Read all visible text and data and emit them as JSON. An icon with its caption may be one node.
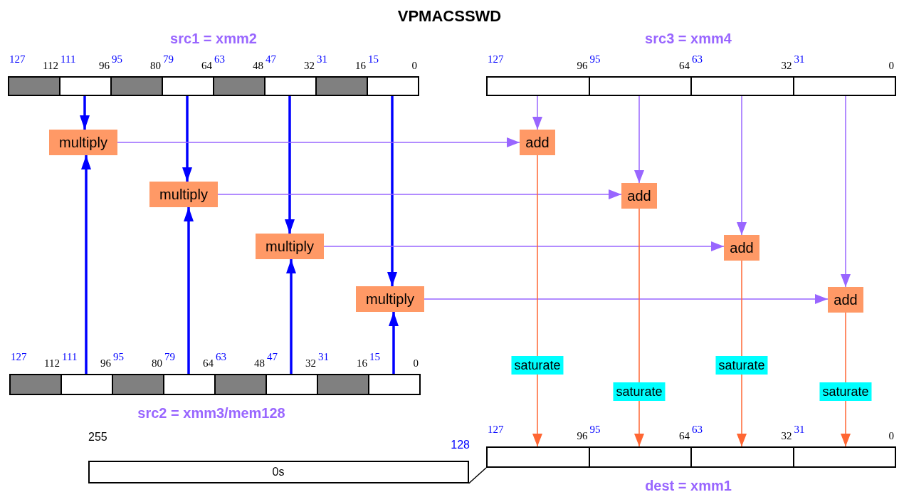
{
  "diagram": {
    "title": "VPMACSSWD",
    "nodes": [
      {
        "text": [
          "src1 = xmm2"
        ]
      },
      {
        "text": [],
        "shape": "box",
        "in": 0
      },
      {
        "text": [],
        "shape": "box",
        "in": 0
      },
      {
        "text": [],
        "shape": "box",
        "in": 0
      },
      {
        "text": [],
        "shape": "box",
        "in": 0
      },
      {
        "text": [],
        "shape": "box",
        "in": 0
      },
      {
        "text": [],
        "shape": "box",
        "in": 0
      },
      {
        "text": [],
        "shape": "box",
        "in": 0
      },
      {
        "text": [],
        "shape": "box",
        "in": 0
      },
      {
        "text": [
          "src3 = xmm4"
        ]
      },
      {
        "text": [],
        "shape": "box",
        "in": 9
      },
      {
        "text": [],
        "shape": "box",
        "in": 9
      },
      {
        "text": [],
        "shape": "box",
        "in": 9
      },
      {
        "text": [],
        "shape": "box",
        "in": 9
      },
      {
        "text": [
          "multiply"
        ]
      },
      {
        "text": [
          "multiply"
        ]
      },
      {
        "text": [
          "multiply"
        ]
      },
      {
        "text": [
          "multiply"
        ]
      },
      {
        "text": [
          "add"
        ]
      },
      {
        "text": [
          "add"
        ]
      },
      {
        "text": [
          "add"
        ]
      },
      {
        "text": [
          "add"
        ]
      },
      {
        "text": [
          "src2 = xmm3/mem128"
        ]
      },
      {
        "text": [],
        "shape": "box",
        "in": 22
      },
      {
        "text": [],
        "shape": "box",
        "in": 22
      },
      {
        "text": [],
        "shape": "box",
        "in": 22
      },
      {
        "text": [],
        "shape": "box",
        "in": 22
      },
      {
        "text": [],
        "shape": "box",
        "in": 22
      },
      {
        "text": [],
        "shape": "box",
        "in": 22
      },
      {
        "text": [],
        "shape": "box",
        "in": 22
      },
      {
        "text": [],
        "shape": "box",
        "in": 22
      },
      {
        "text": [
          "0s"
        ]
      },
      {
        "text": [
          "dest = xmm1"
        ]
      },
      {
        "text": [],
        "shape": "box",
        "in": 32
      },
      {
        "text": [],
        "shape": "box",
        "in": 32
      },
      {
        "text": [],
        "shape": "box",
        "in": 32
      },
      {
        "text": [],
        "shape": "box",
        "in": 32
      }
    ],
    "edges": [
      {
        "from": 2,
        "to": 14,
        "arrow": "to",
        "style": "thick",
        "color": "#0000ff"
      },
      {
        "from": 4,
        "to": 15,
        "arrow": "to",
        "style": "thick",
        "color": "#0000ff"
      },
      {
        "from": 6,
        "to": 16,
        "arrow": "to",
        "style": "thick",
        "color": "#0000ff"
      },
      {
        "from": 8,
        "to": 17,
        "arrow": "to",
        "style": "thick",
        "color": "#0000ff"
      },
      {
        "from": 24,
        "to": 14,
        "arrow": "to",
        "style": "thick",
        "color": "#0000ff"
      },
      {
        "from": 26,
        "to": 15,
        "arrow": "to",
        "style": "thick",
        "color": "#0000ff"
      },
      {
        "from": 28,
        "to": 16,
        "arrow": "to",
        "style": "thick",
        "color": "#0000ff"
      },
      {
        "from": 30,
        "to": 17,
        "arrow": "to",
        "style": "thick",
        "color": "#0000ff"
      },
      {
        "from": 14,
        "to": 18,
        "arrow": "to",
        "color": "#9966ff"
      },
      {
        "from": 15,
        "to": 19,
        "arrow": "to",
        "color": "#9966ff"
      },
      {
        "from": 16,
        "to": 20,
        "arrow": "to",
        "color": "#9966ff"
      },
      {
        "from": 17,
        "to": 21,
        "arrow": "to",
        "color": "#9966ff"
      },
      {
        "from": 10,
        "to": 18,
        "arrow": "to",
        "color": "#9966ff"
      },
      {
        "from": 11,
        "to": 19,
        "arrow": "to",
        "color": "#9966ff"
      },
      {
        "from": 12,
        "to": 20,
        "arrow": "to",
        "color": "#9966ff"
      },
      {
        "from": 13,
        "to": 21,
        "arrow": "to",
        "color": "#9966ff"
      },
      {
        "from": 18,
        "to": 33,
        "arrow": "to",
        "label": "saturate",
        "color": "#ff6633"
      },
      {
        "from": 19,
        "to": 34,
        "arrow": "to",
        "label": "saturate",
        "color": "#ff6633"
      },
      {
        "from": 20,
        "to": 35,
        "arrow": "to",
        "label": "saturate",
        "color": "#ff6633"
      },
      {
        "from": 21,
        "to": 36,
        "arrow": "to",
        "label": "saturate",
        "color": "#ff6633"
      },
      {
        "from": 31,
        "to": 32,
        "arrow": "none",
        "color": "#000000"
      }
    ],
    "labels": [
      "127",
      "112",
      "111",
      "96",
      "95",
      "80",
      "79",
      "64",
      "63",
      "48",
      "47",
      "32",
      "31",
      "16",
      "15",
      "0",
      "127",
      "96",
      "95",
      "64",
      "63",
      "32",
      "31",
      "0",
      "127",
      "112",
      "111",
      "96",
      "95",
      "80",
      "79",
      "64",
      "63",
      "48",
      "47",
      "32",
      "31",
      "16",
      "15",
      "0",
      "255",
      "128",
      "127",
      "96",
      "95",
      "64",
      "63",
      "32",
      "31",
      "0"
    ]
  }
}
